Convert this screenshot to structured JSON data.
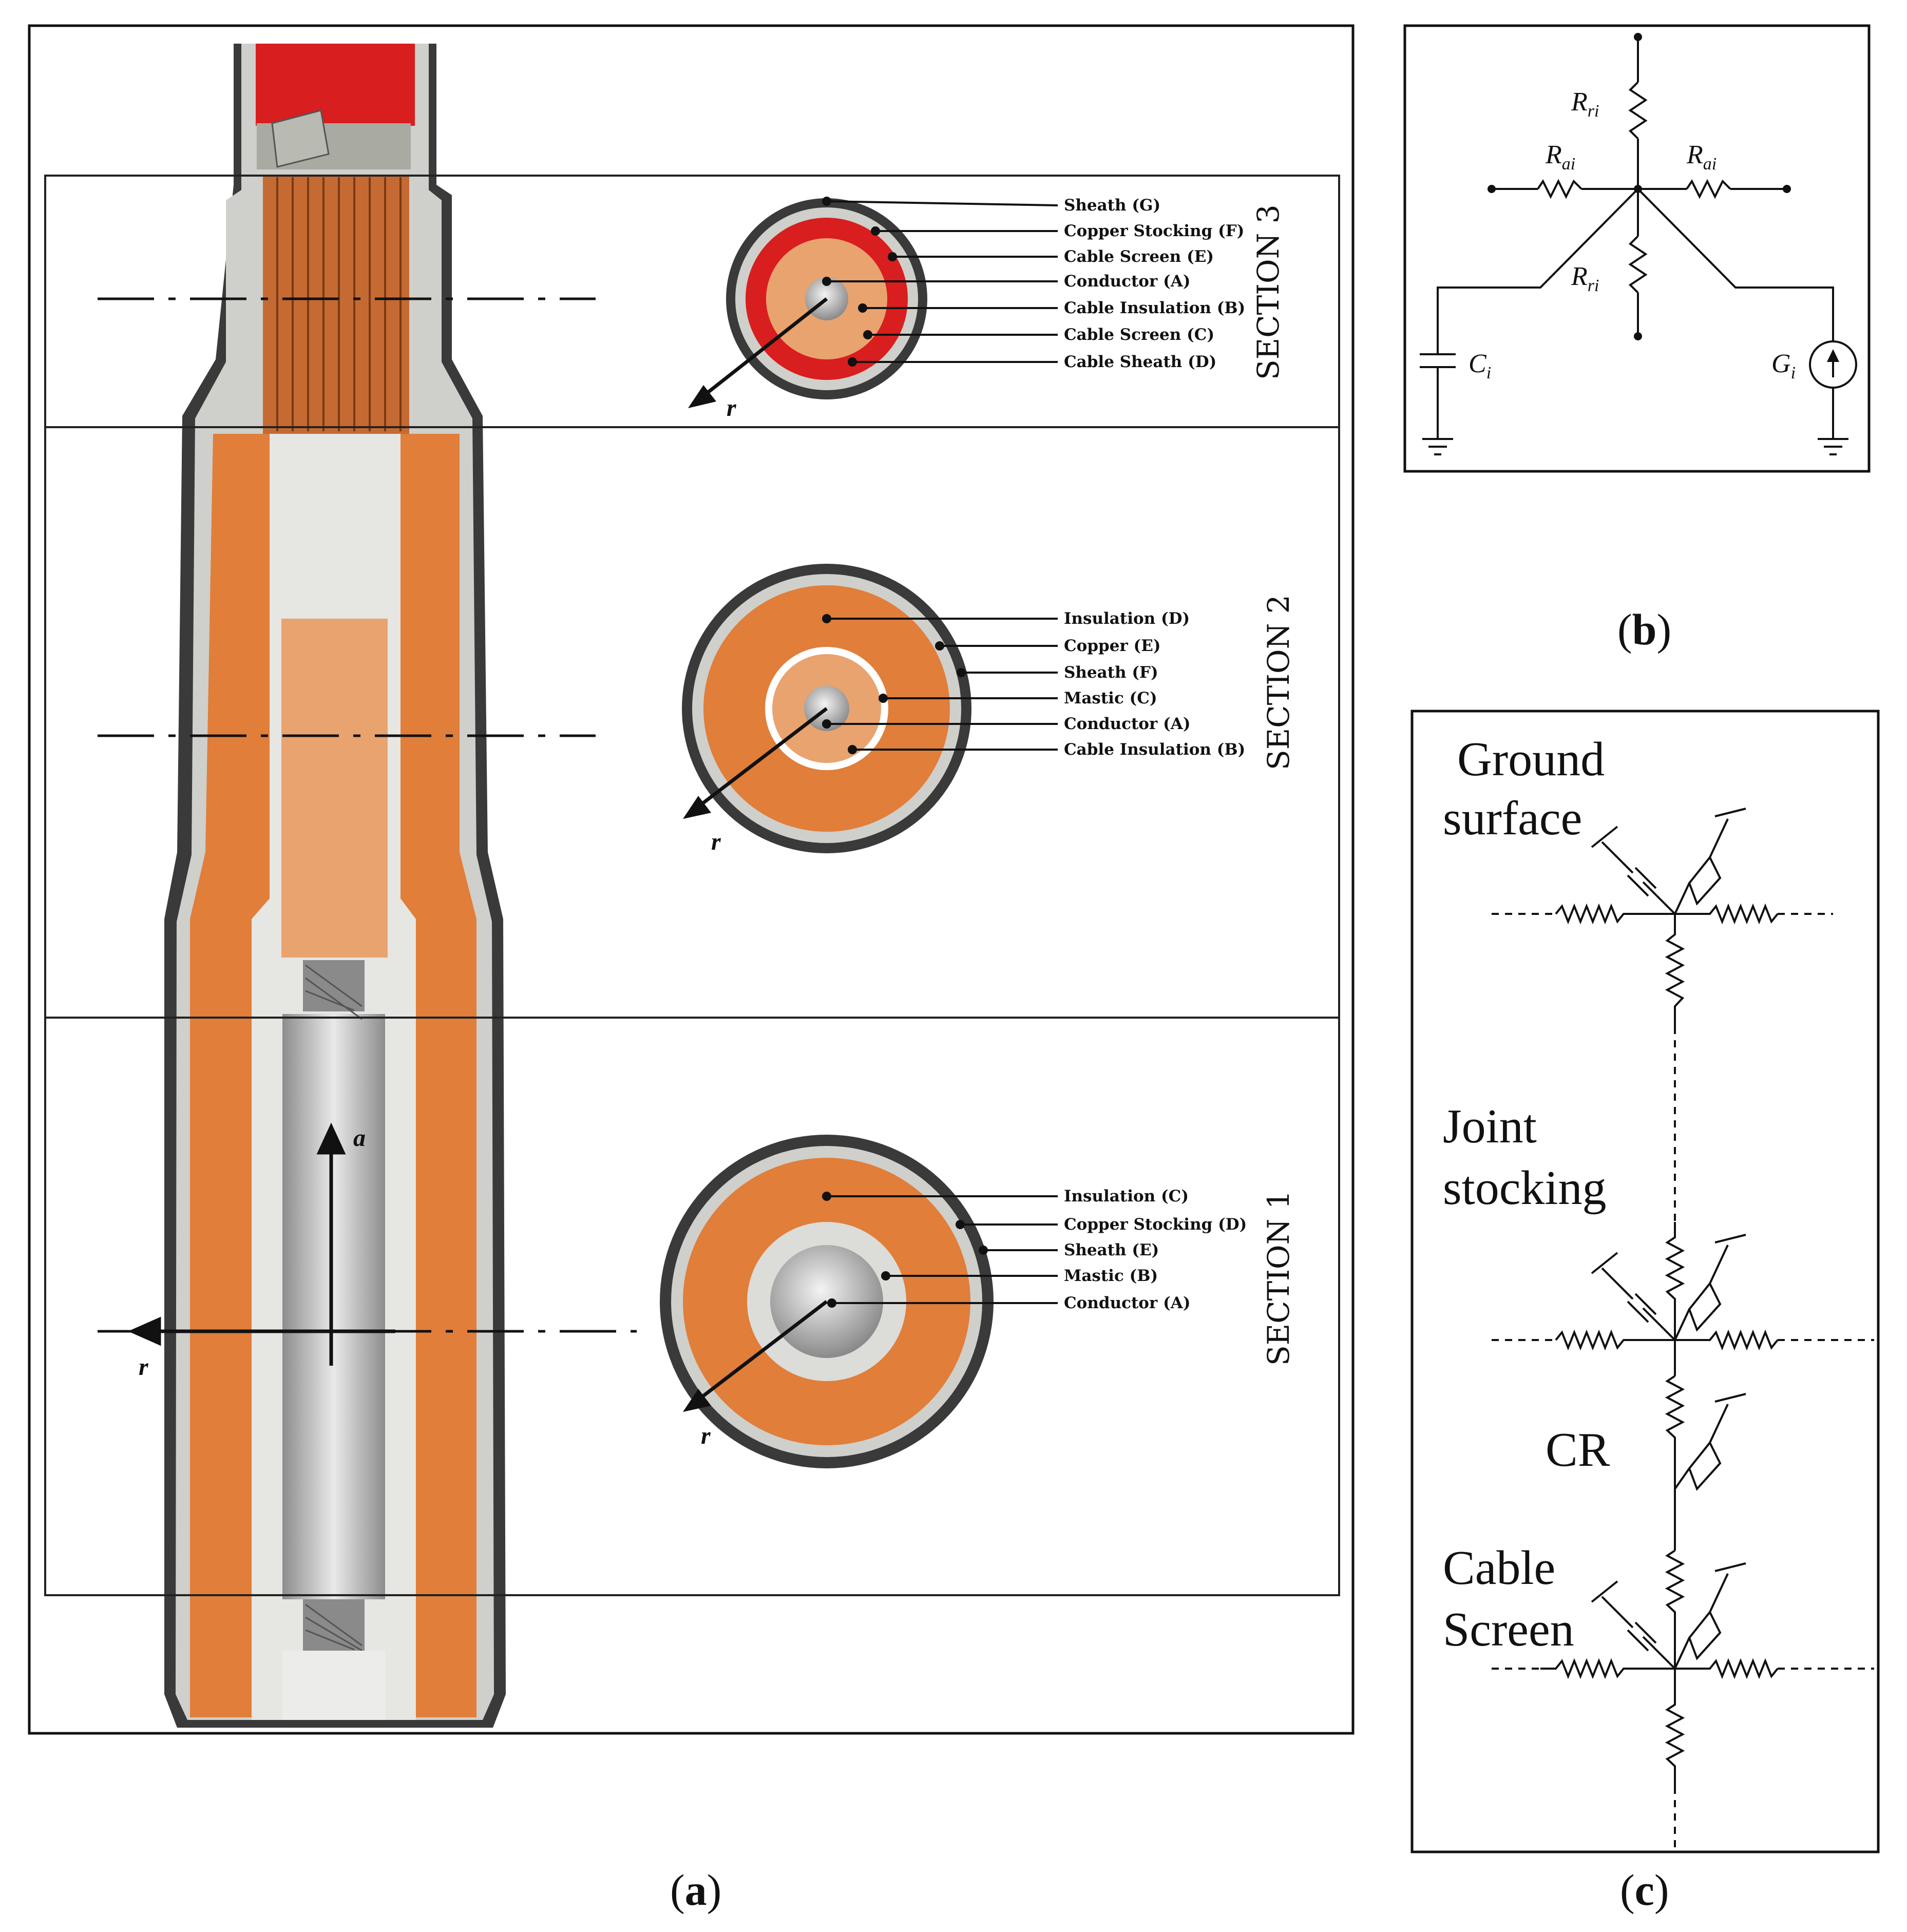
{
  "panel_a": {
    "caption_paren_open": "(",
    "caption_letter": "a",
    "caption_paren_close": ")",
    "axis_a": "a",
    "axis_r": "r",
    "section3": {
      "title": "SECTION 3",
      "radial_label": "r",
      "labels": [
        "Sheath (G)",
        "Copper Stocking (F)",
        "Cable Screen (E)",
        "Conductor (A)",
        "Cable Insulation (B)",
        "Cable Screen (C)",
        "Cable Sheath (D)"
      ]
    },
    "section2": {
      "title": "SECTION 2",
      "radial_label": "r",
      "labels": [
        "Insulation (D)",
        "Copper (E)",
        "Sheath (F)",
        "Mastic (C)",
        "Conductor (A)",
        "Cable Insulation (B)"
      ]
    },
    "section1": {
      "title": "SECTION 1",
      "radial_label": "r",
      "labels": [
        "Insulation (C)",
        "Copper Stocking (D)",
        "Sheath (E)",
        "Mastic (B)",
        "Conductor (A)"
      ]
    }
  },
  "panel_b": {
    "caption_paren_open": "(",
    "caption_letter": "b",
    "caption_paren_close": ")",
    "r_radial_top": "R",
    "r_radial_top_sub": "ri",
    "r_axial_left": "R",
    "r_axial_left_sub": "ai",
    "r_axial_right": "R",
    "r_axial_right_sub": "ai",
    "r_radial_bottom": "R",
    "r_radial_bottom_sub": "ri",
    "capacitor": "C",
    "capacitor_sub": "i",
    "source": "G",
    "source_sub": "i"
  },
  "panel_c": {
    "caption_paren_open": "(",
    "caption_letter": "c",
    "caption_paren_close": ")",
    "ground_line1": "Ground",
    "ground_line2": "surface",
    "joint_line1": "Joint",
    "joint_line2": "stocking",
    "cr": "CR",
    "screen_line1": "Cable",
    "screen_line2": "Screen"
  },
  "colors": {
    "orange": "#E07E3A",
    "light_orange": "#E9A36F",
    "red": "#D81E1E",
    "dark_sheath": "#3A3A3A",
    "light_gray": "#D8D8D4",
    "conductor_gray": "#B5B5B5",
    "copper_strand": "#C56A33"
  }
}
